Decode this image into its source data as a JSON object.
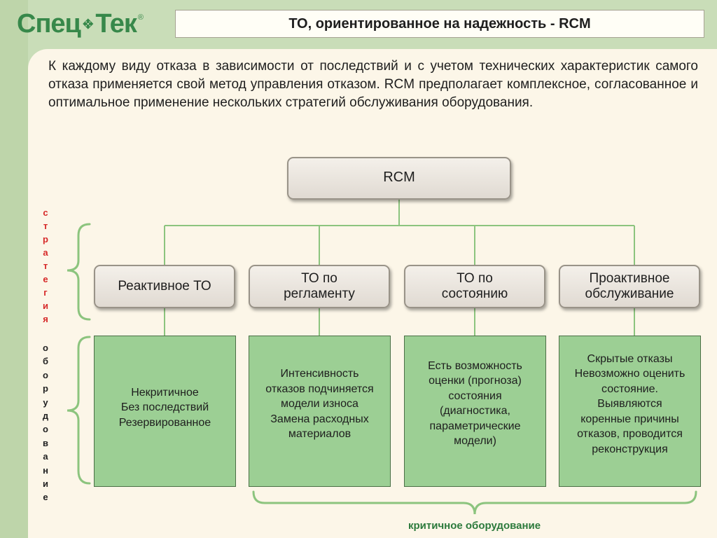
{
  "logo": {
    "left": "Спец",
    "right": "Тек",
    "mark": "®"
  },
  "title": "ТО, ориентированное на надежность - RCM",
  "intro": "К каждому виду отказа в зависимости от последствий и с учетом технических характеристик самого отказа применяется свой метод управления отказом. RCM предполагает комплексное, согласованное и оптимальное применение нескольких стратегий обслуживания оборудования.",
  "root": "RCM",
  "strategies": [
    "Реактивное ТО",
    "ТО по\nрегламенту",
    "ТО по\nсостоянию",
    "Проактивное\nобслуживание"
  ],
  "descriptions": [
    "Некритичное\nБез последствий\nРезервированное",
    "Интенсивность\nотказов подчиняется\nмодели износа\nЗамена расходных\nматериалов",
    "Есть возможность\nоценки (прогноза)\nсостояния\n(диагностика,\nпараметрические\nмодели)",
    "Скрытые отказы\nНевозможно оценить\nсостояние.\nВыявляются\nкоренные причины\nотказов, проводится\nреконструкция"
  ],
  "left_label_1": "стратегия",
  "left_label_2": "оборудование",
  "bottom_label": "критичное оборудование",
  "colors": {
    "logo": "#37884a",
    "accent_red": "#d62828",
    "box_green": "#9ccf94",
    "connector": "#8cc47e",
    "bottom_label": "#2c7a3c"
  }
}
